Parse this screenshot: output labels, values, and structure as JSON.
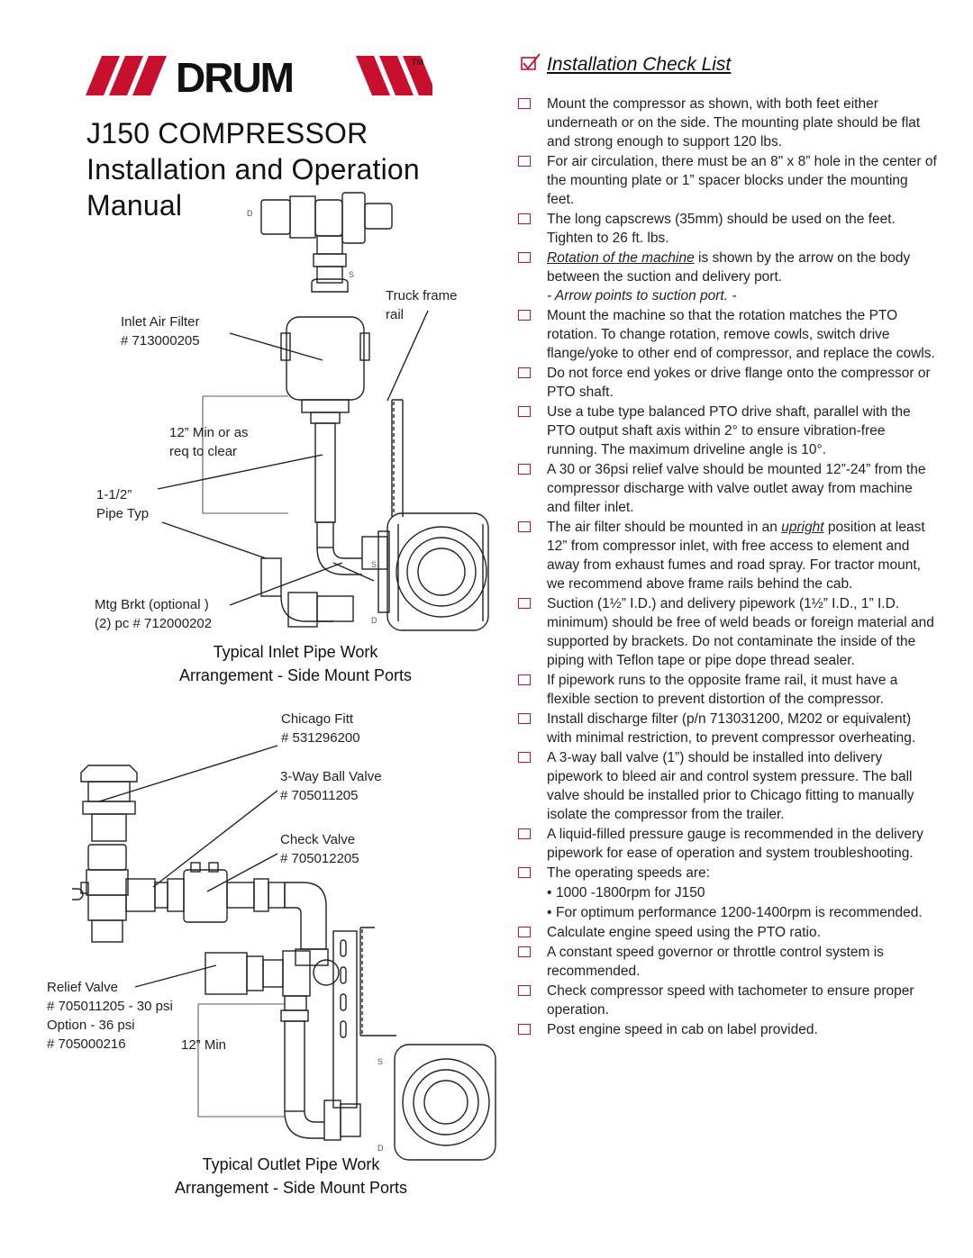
{
  "brand": {
    "logo_text": "DRUM",
    "tm": "TM",
    "accent": "#c8102e"
  },
  "title": {
    "line1": "J150  COMPRESSOR",
    "line2": "Installation  and  Operation",
    "line3": "Manual"
  },
  "diagram_inlet": {
    "labels": {
      "inlet_filter": "Inlet Air Filter\n# 713000205",
      "truck_frame": "Truck frame\nrail",
      "min_clear": "12” Min or as\nreq to clear",
      "pipe": "1-1/2”\nPipe Typ",
      "mtg_brkt": "Mtg Brkt (optional )\n(2) pc # 712000202",
      "d_top": "D",
      "s_top": "S",
      "s_mid": "S",
      "d_mid": "D"
    },
    "caption": "Typical Inlet Pipe Work\nArrangement - Side Mount Ports"
  },
  "diagram_outlet": {
    "labels": {
      "chicago": "Chicago Fitt\n# 531296200",
      "ball_valve": "3-Way Ball Valve\n# 705011205",
      "check_valve": "Check Valve\n# 705012205",
      "relief": "Relief Valve\n# 705011205 - 30 psi\nOption - 36 psi\n# 705000216",
      "min12": "12” Min",
      "s_low": "S",
      "d_low": "D"
    },
    "caption": "Typical Outlet Pipe Work\nArrangement - Side Mount Ports"
  },
  "checklist": {
    "title": "Installation  Check  List",
    "items": [
      "Mount the compressor as shown, with both feet either underneath or on the side.  The mounting plate should be flat and strong enough to support 120 lbs.",
      "For air circulation, there must be an 8\" x 8” hole in the center of the mounting plate or 1” spacer blocks under the mounting feet.",
      "The long capscrews (35mm) should be used on the feet.  Tighten to 26 ft. lbs.",
      "Mount the machine so that the rotation matches the PTO rotation.  To change rotation, remove cowls, switch drive flange/yoke to other end of compressor, and replace the cowls.",
      "Do not force end yokes or drive flange onto the compressor or PTO shaft.",
      "Use a tube type balanced PTO drive shaft, parallel with the PTO output shaft axis within 2° to ensure vibration-free running.  The maximum driveline angle is 10°.",
      "A 30 or 36psi relief valve should be mounted 12”-24” from the compressor discharge with valve outlet away from machine and filter inlet.",
      "Suction (1½” I.D.) and delivery pipework (1½” I.D., 1” I.D. minimum) should be free of weld beads or foreign material and supported by brackets.  Do not contaminate the inside of the piping with Teflon tape or pipe dope thread sealer.",
      "If pipework runs to the opposite frame rail, it must have a flexible section to prevent distortion of the compressor.",
      "Install discharge filter (p/n 713031200, M202 or equivalent) with minimal restriction, to prevent compressor overheating.",
      "A 3-way ball valve (1”) should be installed into delivery pipework to bleed air and control system pressure.  The ball valve should be installed prior to Chicago fitting to manually isolate the compressor from the trailer.",
      "A liquid-filled pressure gauge is recommended in the delivery pipework for ease of operation and system troubleshooting.",
      "The operating speeds are:",
      "Calculate engine speed using the PTO ratio.",
      "A constant speed governor or throttle control system is recommended.",
      "Check compressor speed with tachometer to ensure proper operation.",
      "Post engine speed in cab on label provided."
    ],
    "rotation_lead": "Rotation of the machine",
    "rotation_rest": "  is shown by the arrow on the body between the suction and delivery port.",
    "rotation_note": "- Arrow points to suction port. -",
    "air_filter_lead": "The air filter should be mounted in an ",
    "air_filter_em": "upright",
    "air_filter_rest": " position at least 12” from compressor inlet, with free access to element and away from exhaust fumes and road spray.  For tractor mount, we recommend above frame rails behind the cab.",
    "speed_bullets": [
      "1000 -1800rpm for J150",
      "For optimum performance 1200-1400rpm is recommended."
    ]
  }
}
